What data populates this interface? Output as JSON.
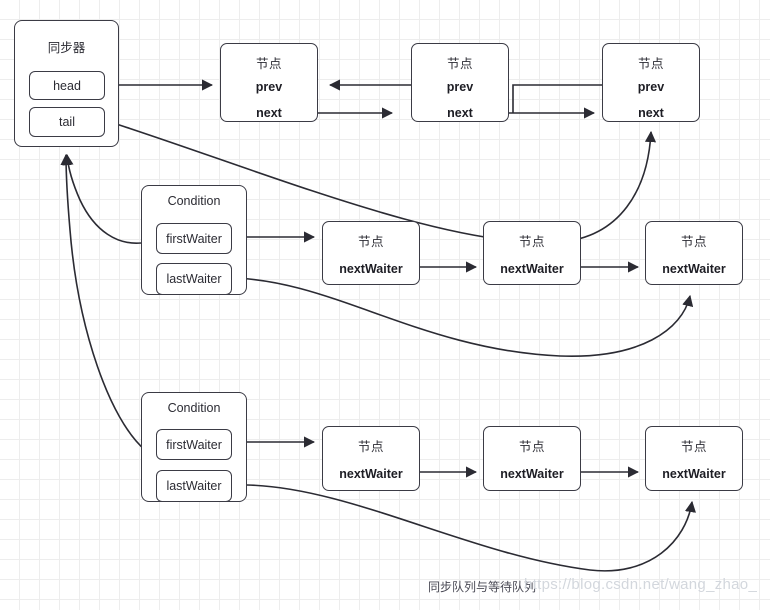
{
  "diagram": {
    "title_watermark_cn": "同步队列与等待队列",
    "watermark_url": "https://blog.csdn.net/wang_zhao_",
    "colors": {
      "stroke": "#3b3b45",
      "grid": "#ededed",
      "background": "#ffffff",
      "text": "#2b2b33",
      "watermark": "#d3d7dd"
    }
  },
  "synchronizer": {
    "title": "同步器",
    "fields": [
      {
        "label": "head"
      },
      {
        "label": "tail"
      }
    ]
  },
  "sync_queue": {
    "nodes": [
      {
        "title": "节点",
        "prev": "prev",
        "next": "next"
      },
      {
        "title": "节点",
        "prev": "prev",
        "next": "next"
      },
      {
        "title": "节点",
        "prev": "prev",
        "next": "next"
      }
    ]
  },
  "conditions": [
    {
      "title": "Condition",
      "fields": [
        {
          "label": "firstWaiter"
        },
        {
          "label": "lastWaiter"
        }
      ],
      "wait_queue": [
        {
          "title": "节点",
          "next_waiter": "nextWaiter"
        },
        {
          "title": "节点",
          "next_waiter": "nextWaiter"
        },
        {
          "title": "节点",
          "next_waiter": "nextWaiter"
        }
      ]
    },
    {
      "title": "Condition",
      "fields": [
        {
          "label": "firstWaiter"
        },
        {
          "label": "lastWaiter"
        }
      ],
      "wait_queue": [
        {
          "title": "节点",
          "next_waiter": "nextWaiter"
        },
        {
          "title": "节点",
          "next_waiter": "nextWaiter"
        },
        {
          "title": "节点",
          "next_waiter": "nextWaiter"
        }
      ]
    }
  ]
}
